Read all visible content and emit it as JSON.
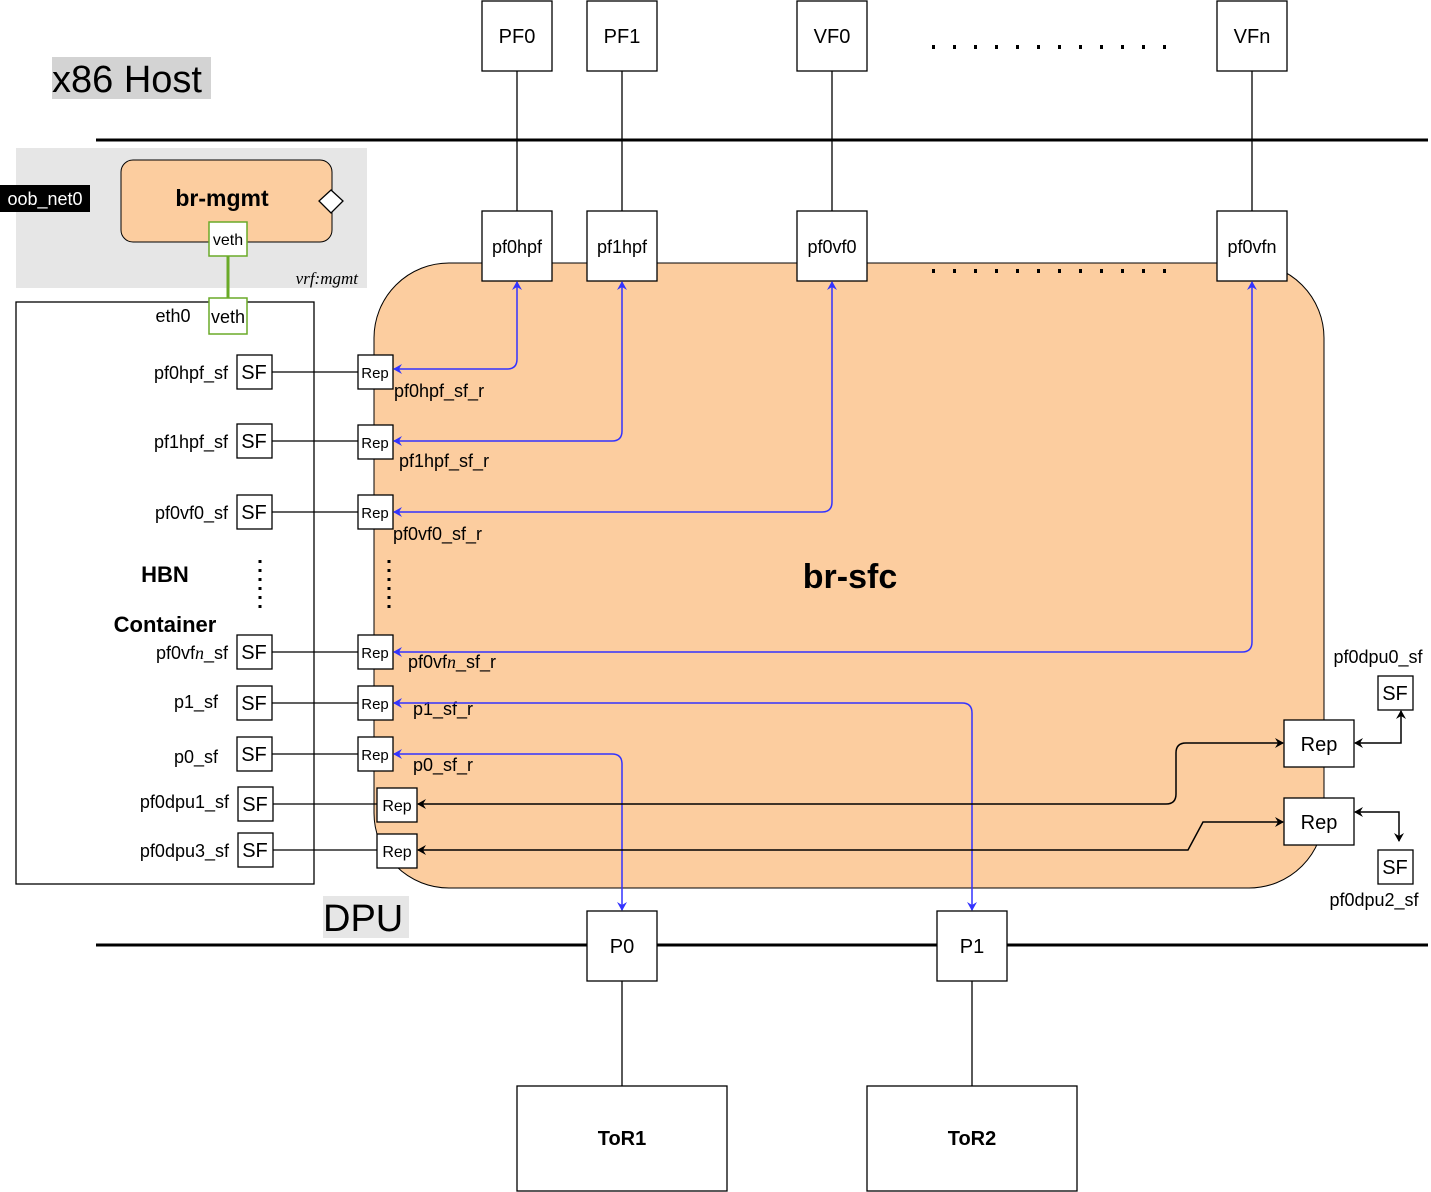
{
  "zones": {
    "host_label": "x86 Host",
    "dpu_label": "DPU",
    "vrf_label": "vrf:mgmt",
    "oob_label": "oob_net0"
  },
  "bridges": {
    "mgmt": "br-mgmt",
    "sfc": "br-sfc"
  },
  "veth_label": "veth",
  "eth0_label": "eth0",
  "container": {
    "line1": "HBN",
    "line2": "Container"
  },
  "host_functions": [
    "PF0",
    "PF1",
    "VF0",
    "VFn"
  ],
  "host_reps": [
    "pf0hpf",
    "pf1hpf",
    "pf0vf0",
    "pf0vfn"
  ],
  "sf_rows": [
    {
      "sf": "pf0hpf_sf",
      "rep": "Rep",
      "rep_name": "pf0hpf_sf_r"
    },
    {
      "sf": "pf1hpf_sf",
      "rep": "Rep",
      "rep_name": "pf1hpf_sf_r"
    },
    {
      "sf": "pf0vf0_sf",
      "rep": "Rep",
      "rep_name": "pf0vf0_sf_r"
    },
    {
      "sf_a": "pf0vf",
      "sf_b": "n",
      "sf_c": "_sf",
      "rep": "Rep",
      "rep_a": "pf0vf",
      "rep_b": "n",
      "rep_c": "_sf_r"
    },
    {
      "sf": "p1_sf",
      "rep": "Rep",
      "rep_name": "p1_sf_r"
    },
    {
      "sf": "p0_sf",
      "rep": "Rep",
      "rep_name": "p0_sf_r"
    },
    {
      "sf": "pf0dpu1_sf",
      "rep": "Rep"
    },
    {
      "sf": "pf0dpu3_sf",
      "rep": "Rep"
    }
  ],
  "sf_box": "SF",
  "dpu_sfs": [
    {
      "name": "pf0dpu0_sf",
      "box": "SF",
      "rep": "Rep"
    },
    {
      "name": "pf0dpu2_sf",
      "box": "SF",
      "rep": "Rep"
    }
  ],
  "ports": [
    "P0",
    "P1"
  ],
  "tors": [
    "ToR1",
    "ToR2"
  ],
  "colors": {
    "bridge_fill": "#fccd9f",
    "mgmt_zone": "#e6e6e6",
    "veth_border": "#6aaa28",
    "blue_link": "#3333ff",
    "label_bg": "#d3d3d3"
  }
}
